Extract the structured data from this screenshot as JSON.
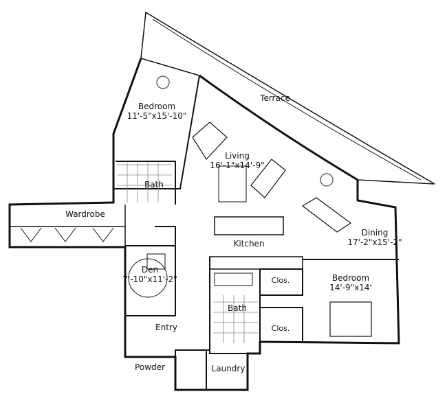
{
  "rooms": {
    "terrace": {
      "name": "Terrace"
    },
    "bedroom1": {
      "name": "Bedroom",
      "dims": "11'-5\"x15'-10\""
    },
    "living": {
      "name": "Living",
      "dims": "16'-1\"x14'-9\""
    },
    "bath1": {
      "name": "Bath"
    },
    "wardrobe": {
      "name": "Wardrobe"
    },
    "kitchen": {
      "name": "Kitchen"
    },
    "dining": {
      "name": "Dining",
      "dims": "17'-2\"x15'-2\""
    },
    "den": {
      "name": "Den",
      "dims": "7'-10\"x11'-2\""
    },
    "bedroom2": {
      "name": "Bedroom",
      "dims": "14'-9\"x14'"
    },
    "closet1": {
      "name": "Clos."
    },
    "closet2": {
      "name": "Clos."
    },
    "bath2": {
      "name": "Bath"
    },
    "entry": {
      "name": "Entry"
    },
    "powder": {
      "name": "Powder"
    },
    "laundry": {
      "name": "Laundry"
    }
  },
  "colors": {
    "wall": "#111111",
    "hatch": "#888888",
    "background": "#ffffff"
  }
}
